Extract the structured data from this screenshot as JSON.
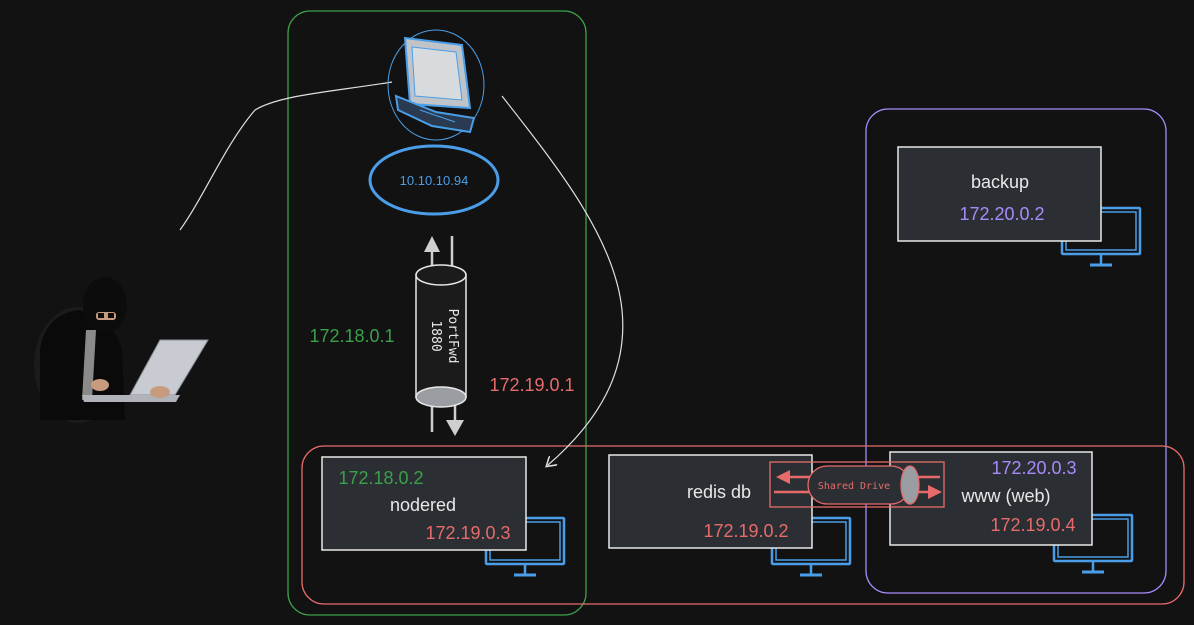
{
  "host": {
    "ip": "10.10.10.94"
  },
  "tunnel": {
    "line1": "PortFwd",
    "line2": "1880"
  },
  "networks": {
    "green_gateway": "172.18.0.1",
    "red_gateway": "172.19.0.1"
  },
  "nodes": {
    "backup": {
      "name": "backup",
      "ip_purple": "172.20.0.2"
    },
    "nodered": {
      "name": "nodered",
      "ip_green": "172.18.0.2",
      "ip_red": "172.19.0.3"
    },
    "redis": {
      "name": "redis db",
      "ip_red": "172.19.0.2"
    },
    "www": {
      "name": "www (web)",
      "ip_purple": "172.20.0.3",
      "ip_red": "172.19.0.4"
    }
  },
  "shared_drive": {
    "label": "Shared Drive"
  },
  "colors": {
    "background": "#121212",
    "green": "#3aa04a",
    "red": "#e86b6b",
    "purple": "#a78bfa",
    "blue": "#4a9ee8",
    "box_fill": "#2b2f33",
    "box_stroke": "#e8e8e8"
  }
}
